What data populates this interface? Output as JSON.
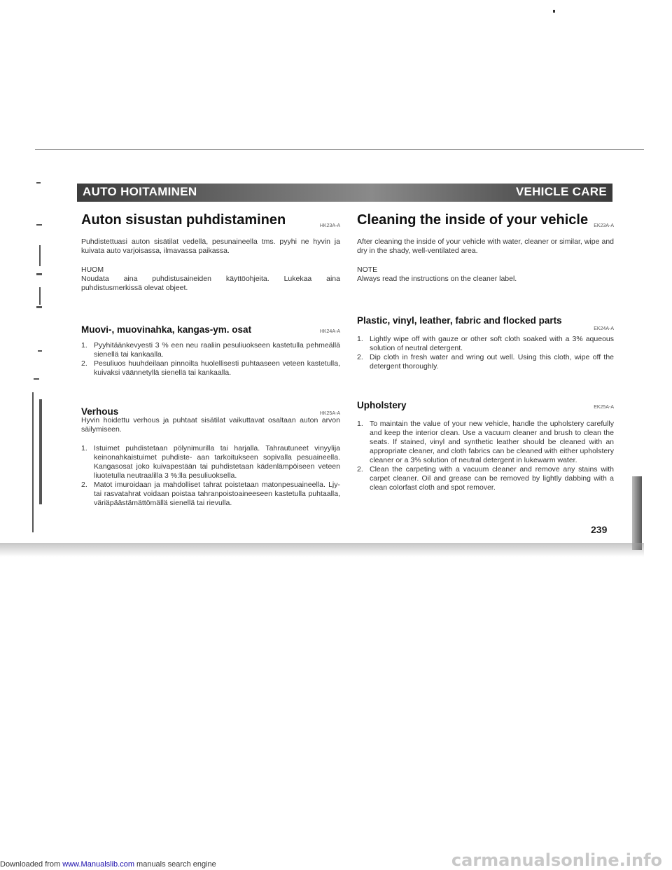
{
  "footer": {
    "prefix": "Downloaded from ",
    "link": "www.Manualslib.com",
    "suffix": " manuals search engine"
  },
  "watermark": "carmanualsonline.info",
  "header": {
    "left": "AUTO HOITAMINEN",
    "right": "VEHICLE CARE"
  },
  "page_number": "239",
  "left": {
    "title": "Auton sisustan puhdistaminen",
    "title_code": "HK23A-A",
    "intro": "Puhdistettuasi auton sisätilat vedellä, pesunaineella tms. pyyhi ne hyvin ja kuivata auto varjoisassa, ilmavassa paikassa.",
    "note_label": "HUOM",
    "note_text": "Noudata aina puhdistusaineiden käyttöohjeita. Lukekaa aina puhdistusmerkissä olevat objeet.",
    "sec1_title": "Muovi-, muovinahka, kangas-ym. osat",
    "sec1_code": "HK24A-A",
    "sec1_items": [
      "Pyyhitäänkevyesti 3 % een neu raaliin pesuliuokseen kastetulla pehmeällä sienellä tai kankaalla.",
      "Pesuliuos huuhdeilaan pinnoilta huolellisesti puhtaaseen veteen kastetulla, kuivaksi väännetyllä sienellä tai kankaalla."
    ],
    "sec2_title": "Verhous",
    "sec2_code": "HK25A-A",
    "sec2_intro": "Hyvin hoidettu verhous ja puhtaat sisätilat vaikuttavat osaltaan auton arvon säilymiseen.",
    "sec2_items": [
      "Istuimet puhdistetaan pölynimurilla tai harjalla. Tahrautuneet vinyylija keinonahkaistuimet puhdiste- aan tarkoitukseen sopivalla pesuaineella. Kangasosat joko kuivapestään tai puhdistetaan kädenlämpöiseen veteen liuotetulla neutraalilla 3 %:lla pesuliuoksella.",
      "Matot imuroidaan ja mahdolliset tahrat poistetaan matonpesuaineella. Ljy- tai rasvatahrat voidaan poistaa tahranpoistoaineeseen kastetulla puhtaalla, väriäpäästämättömällä sienellä tai rievulla."
    ]
  },
  "right": {
    "title": "Cleaning the inside of your vehicle",
    "title_code": "EK23A-A",
    "intro": "After cleaning the inside of your vehicle with water, cleaner or similar, wipe and dry in the shady, well-ventilated area.",
    "note_label": "NOTE",
    "note_text": "Always read the instructions on the cleaner label.",
    "sec1_title": "Plastic, vinyl, leather, fabric and flocked parts",
    "sec1_code": "EK24A-A",
    "sec1_items": [
      "Lightly wipe off with gauze or other soft cloth soaked with a 3% aqueous solution of neutral detergent.",
      "Dip cloth in fresh water and wring out well. Using this cloth, wipe off the detergent thoroughly."
    ],
    "sec2_title": "Upholstery",
    "sec2_code": "EK25A-A",
    "sec2_items": [
      "To maintain the value of your new vehicle, handle the upholstery carefully and keep the interior clean. Use a vacuum cleaner and brush to clean the seats. If stained, vinyl and synthetic leather should be cleaned with an appropriate cleaner, and cloth fabrics can be cleaned with either upholstery cleaner or a 3% solution of neutral detergent in lukewarm water.",
      "Clean the carpeting with a vacuum cleaner and remove any stains with carpet cleaner. Oil and grease can be removed by lightly dabbing with a clean colorfast cloth and spot remover."
    ]
  },
  "item_numbers": [
    "1.",
    "2."
  ]
}
